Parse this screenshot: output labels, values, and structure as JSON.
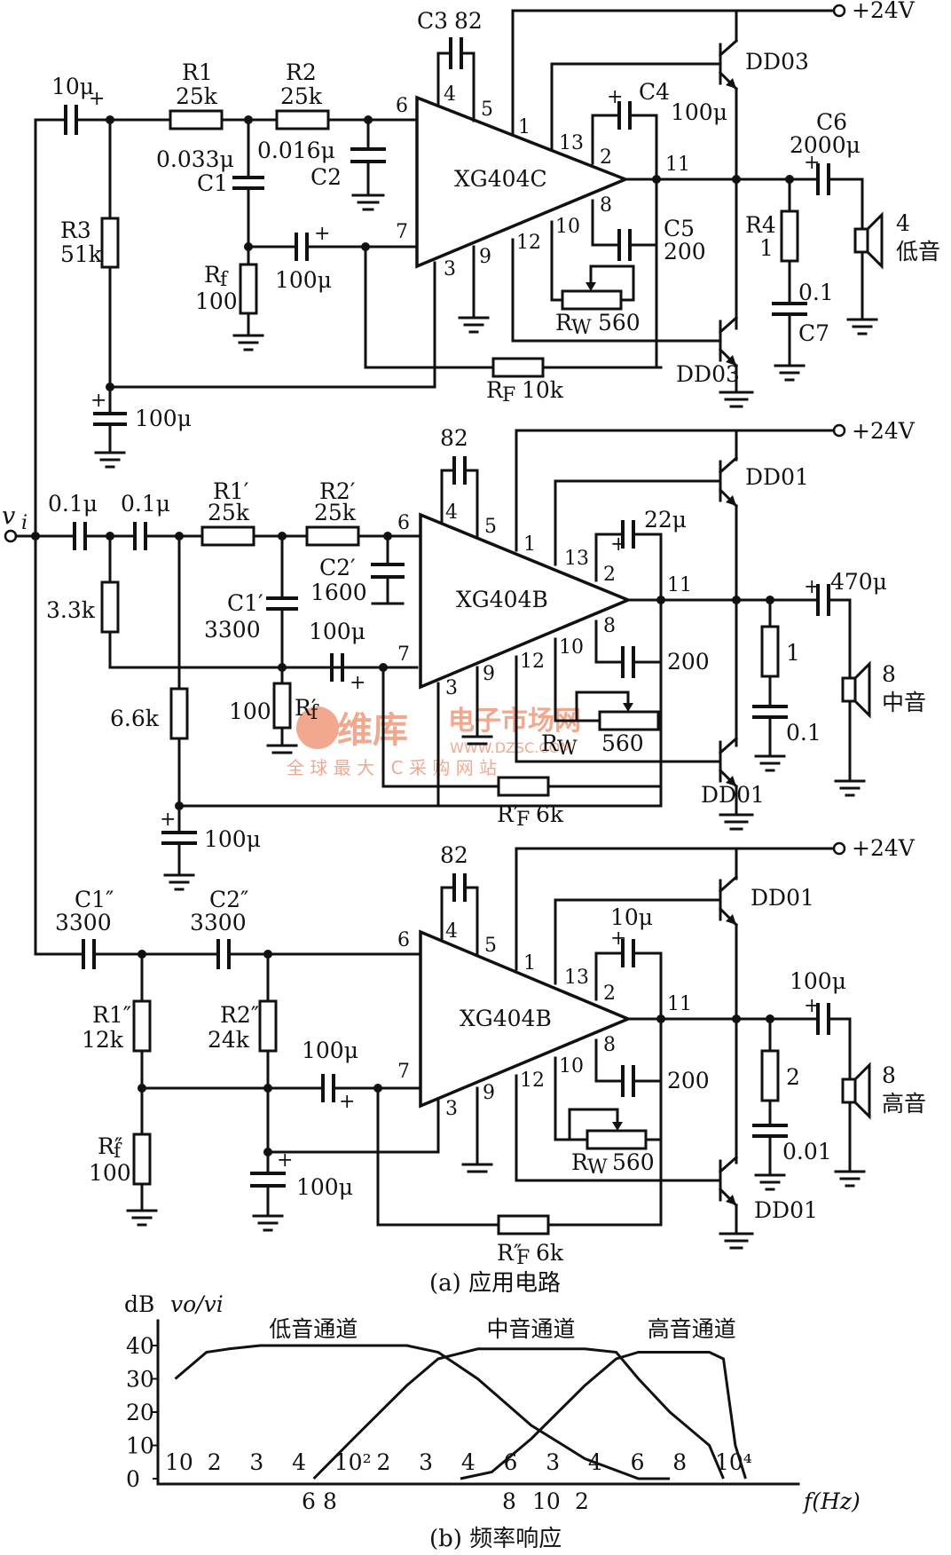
{
  "captions": {
    "a": "(a) 应用电路",
    "b": "(b) 频率响应"
  },
  "supply": "+24V",
  "watermark": {
    "brand": "维库",
    "site_name": "电子市场网",
    "url": "WWW.DZSC.COM",
    "slogan": "全 球 最 大 I C 采 购 网 站"
  },
  "input_label": "v",
  "input_sub": "i",
  "bass": {
    "ic": "XG404C",
    "c_in": "10μ",
    "r1": "R1",
    "r1v": "25k",
    "r2": "R2",
    "r2v": "25k",
    "c1": "C1",
    "c1v": "0.033μ",
    "c2": "C2",
    "c2v": "0.016μ",
    "r3": "R3",
    "r3v": "51k",
    "rf": "R",
    "rf_sub": "f",
    "rfv": "100",
    "c7in": "100μ",
    "c3": "C3",
    "c3v": "82",
    "c4": "C4",
    "c4v": "100μ",
    "c5": "C5",
    "c5v": "200",
    "rw": "R",
    "rw_sub": "W",
    "rwv": "560",
    "rF": "R",
    "rF_sub": "F",
    "rFv": "10k",
    "c_bias": "100μ",
    "q": "DD03",
    "r4": "R4",
    "r4v": "1",
    "c7": "C7",
    "c7v": "0.1",
    "c6": "C6",
    "c6v": "2000μ",
    "spk": "4",
    "spk_name": "低音"
  },
  "mid": {
    "ic": "XG404B",
    "c_in1": "0.1μ",
    "c_in2": "0.1μ",
    "r_sh": "3.3k",
    "r_bias": "6.6k",
    "r1": "R1′",
    "r1v": "25k",
    "r2": "R2′",
    "r2v": "25k",
    "c1": "C1′",
    "c1v": "3300",
    "c2": "C2′",
    "c2v": "1600",
    "rf": "R′",
    "rf_sub": "f",
    "rfv": "100",
    "c7in": "100μ",
    "c3v": "82",
    "c4v": "22μ",
    "c5v": "200",
    "rw": "R",
    "rw_sub": "W",
    "rwv": "560",
    "rF": "R′",
    "rF_sub": "F",
    "rFv": "6k",
    "c_bias": "100μ",
    "q": "DD01",
    "r4v": "1",
    "c7v": "0.1",
    "c6v": "470μ",
    "spk": "8",
    "spk_name": "中音"
  },
  "treble": {
    "ic": "XG404B",
    "c1": "C1″",
    "c1v": "3300",
    "c2": "C2″",
    "c2v": "3300",
    "r1": "R1″",
    "r1v": "12k",
    "r2": "R2″",
    "r2v": "24k",
    "rf": "R″",
    "rf_sub": "f",
    "rfv": "100",
    "c7in": "100μ",
    "c3v": "82",
    "c4v": "10μ",
    "c5v": "200",
    "rw": "R",
    "rw_sub": "W",
    "rwv": "560",
    "rF": "R″",
    "rF_sub": "F",
    "rFv": "6k",
    "c_bias": "100μ",
    "q": "DD01",
    "r4v": "2",
    "c7v": "0.01",
    "c6v": "100μ",
    "spk": "8",
    "spk_name": "高音"
  },
  "pins": {
    "p1": "1",
    "p2": "2",
    "p3": "3",
    "p4": "4",
    "p5": "5",
    "p6": "6",
    "p7": "7",
    "p8": "8",
    "p9": "9",
    "p10": "10",
    "p11": "11",
    "p12": "12",
    "p13": "13"
  },
  "chart_data": {
    "type": "line",
    "title": "",
    "xlabel": "f(Hz)",
    "ylabel_unit": "dB",
    "ylabel": "vo/vi",
    "y_ticks": [
      "0",
      "10",
      "20",
      "30",
      "40"
    ],
    "ylim": [
      0,
      40
    ],
    "x_scale": "log",
    "x_tick_labels_top": [
      "10",
      "2",
      "3",
      "4",
      "10²",
      "2",
      "3",
      "4",
      "6",
      "3",
      "4",
      "6",
      "8",
      "10⁴"
    ],
    "x_tick_labels_bottom": [
      "6",
      "8",
      "8",
      "10",
      "2"
    ],
    "series": [
      {
        "name": "低音通道",
        "x": [
          10,
          15,
          20,
          30,
          100,
          200,
          300,
          500,
          1000,
          2000,
          4000,
          6000
        ],
        "y": [
          30,
          38,
          39,
          40,
          40,
          40,
          38,
          30,
          16,
          6,
          0,
          0
        ]
      },
      {
        "name": "中音通道",
        "x": [
          60,
          100,
          200,
          300,
          500,
          2000,
          3000,
          4000,
          6000,
          10000,
          12000
        ],
        "y": [
          0,
          12,
          28,
          36,
          39,
          39,
          38,
          30,
          20,
          10,
          0
        ]
      },
      {
        "name": "高音通道",
        "x": [
          400,
          600,
          1000,
          2000,
          3000,
          4000,
          10000,
          12000,
          14000,
          16000
        ],
        "y": [
          0,
          2,
          12,
          28,
          36,
          38,
          38,
          36,
          10,
          0
        ]
      }
    ]
  }
}
